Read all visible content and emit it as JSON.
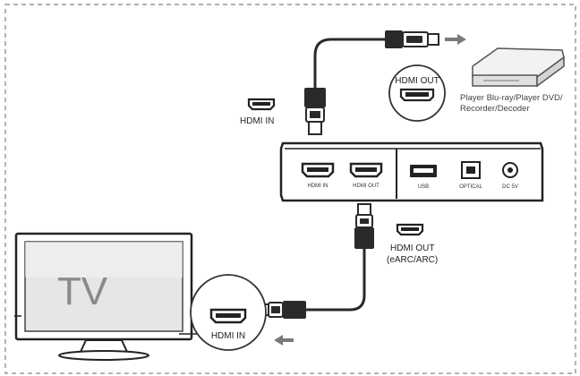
{
  "tv": {
    "label": "TV"
  },
  "player": {
    "caption_line1": "Player Blu-ray/Player DVD/",
    "caption_line2": "Recorder/Decoder"
  },
  "labels": {
    "hdmi_in_top": "HDMI IN",
    "hdmi_out_callout": "HDMI OUT",
    "hdmi_out_earc_line1": "HDMI OUT",
    "hdmi_out_earc_line2": "(eARC/ARC)",
    "hdmi_in_tv": "HDMI IN"
  },
  "device": {
    "port_hdmi_in": "HDMI IN",
    "port_hdmi_out": "HDMI OUT",
    "port_usb": "USB",
    "port_optical": "OPTICAL",
    "port_dc": "DC 5V"
  },
  "colors": {
    "line": "#2a2a2a",
    "border": "#9a9a9a",
    "arrow": "#7a7a7a"
  }
}
